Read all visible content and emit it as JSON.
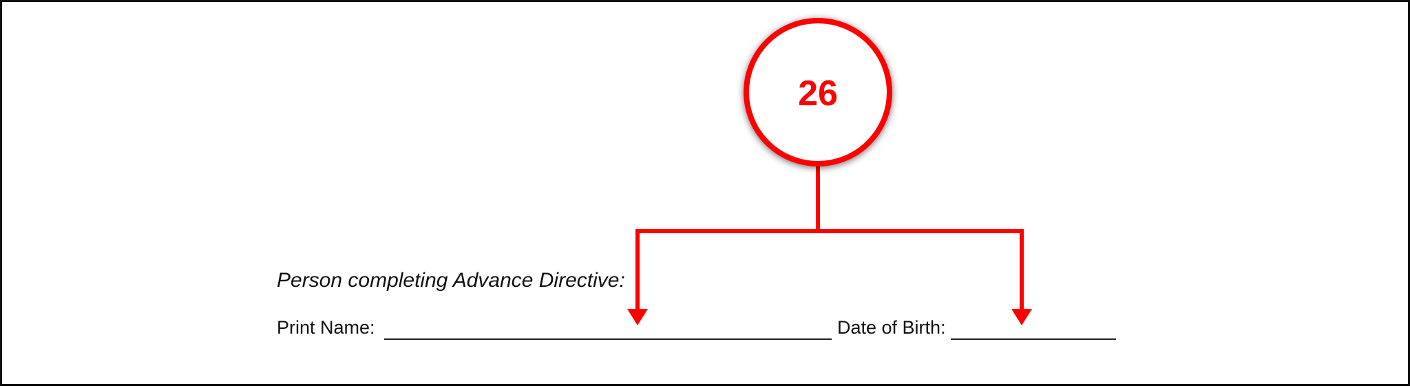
{
  "callout": {
    "number": "26",
    "color": "#ff0000"
  },
  "form": {
    "section_label": "Person completing Advance Directive:",
    "fields": [
      {
        "label": "Print Name:",
        "value": ""
      },
      {
        "label": "Date of Birth:",
        "value": ""
      }
    ]
  }
}
